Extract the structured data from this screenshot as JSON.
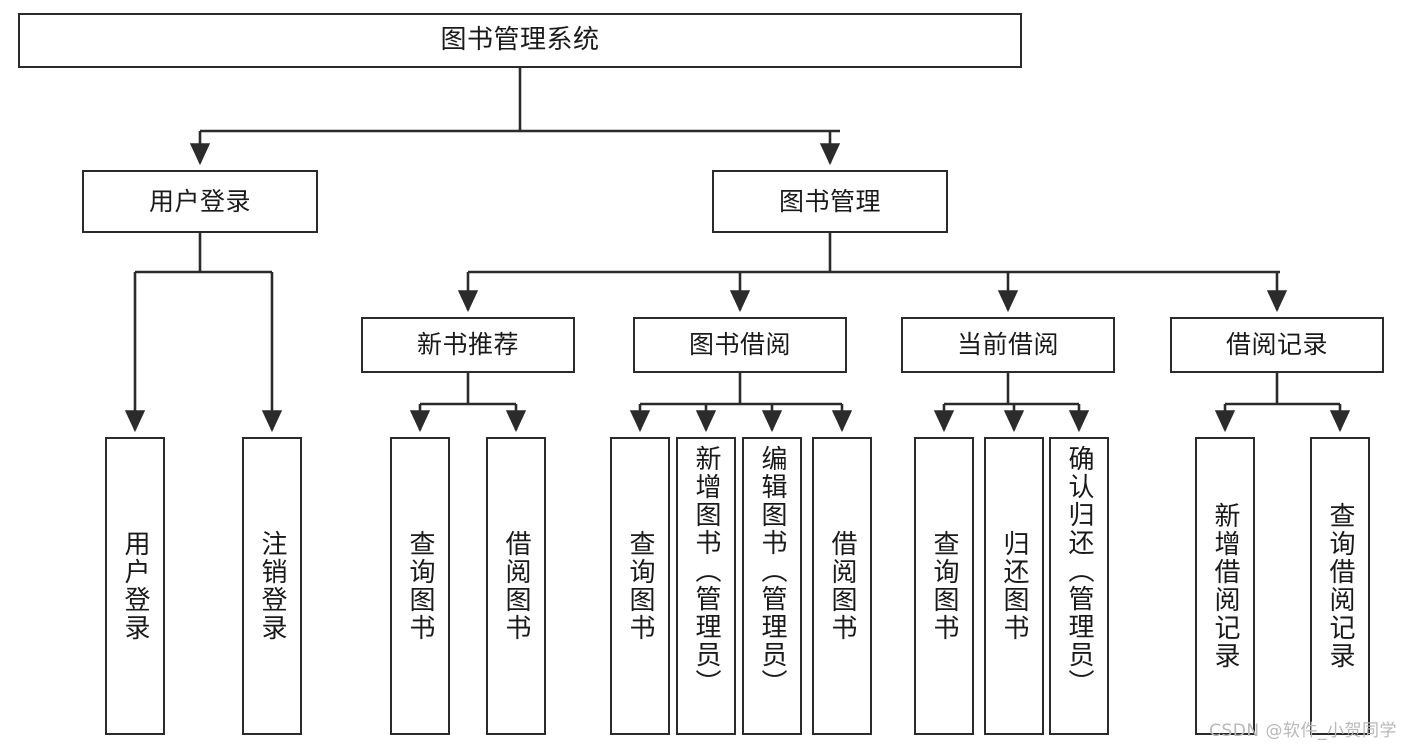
{
  "diagram": {
    "title": "图书管理系统",
    "type": "tree-hierarchy",
    "stroke_color": "#2b2b2b",
    "fill_color": "#ffffff",
    "text_color": "#1a1a1a"
  },
  "nodes": {
    "root": {
      "label": "图书管理系统"
    },
    "level2": [
      {
        "label": "用户登录"
      },
      {
        "label": "图书管理"
      }
    ],
    "level3": [
      {
        "label": "新书推荐"
      },
      {
        "label": "图书借阅"
      },
      {
        "label": "当前借阅"
      },
      {
        "label": "借阅记录"
      }
    ],
    "leaves": {
      "user_login": [
        {
          "label": "用户登录"
        },
        {
          "label": "注销登录"
        }
      ],
      "new_book_recommend": [
        {
          "label": "查询图书"
        },
        {
          "label": "借阅图书"
        }
      ],
      "book_borrow": [
        {
          "label": "查询图书"
        },
        {
          "label": "新增图书（管理员）"
        },
        {
          "label": "编辑图书（管理员）"
        },
        {
          "label": "借阅图书"
        }
      ],
      "current_borrow": [
        {
          "label": "查询图书"
        },
        {
          "label": "归还图书"
        },
        {
          "label": "确认归还（管理员）"
        }
      ],
      "borrow_record": [
        {
          "label": "新增借阅记录"
        },
        {
          "label": "查询借阅记录"
        }
      ]
    }
  },
  "watermark": {
    "text": "CSDN @软件_小贺同学"
  }
}
